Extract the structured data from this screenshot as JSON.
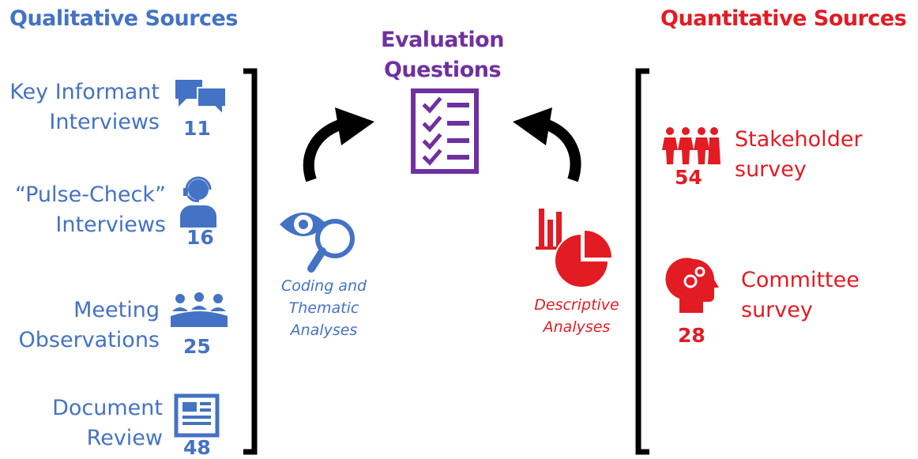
{
  "headings": {
    "qualitative": "Qualitative Sources",
    "quantitative": "Quantitative Sources",
    "evaluation_line1": "Evaluation",
    "evaluation_line2": "Questions"
  },
  "qualitative_sources": [
    {
      "line1": "Key Informant",
      "line2": "Interviews",
      "count": "11",
      "icon": "speech-bubbles-icon"
    },
    {
      "line1": "“Pulse-Check”",
      "line2": "Interviews",
      "count": "16",
      "icon": "headset-user-icon"
    },
    {
      "line1": "Meeting",
      "line2": "Observations",
      "count": "25",
      "icon": "group-meeting-icon"
    },
    {
      "line1": "Document",
      "line2": "Review",
      "count": "48",
      "icon": "newspaper-document-icon"
    }
  ],
  "quantitative_sources": [
    {
      "line1": "Stakeholder",
      "line2": "survey",
      "count": "54",
      "icon": "people-group-icon"
    },
    {
      "line1": "Committee",
      "line2": "survey",
      "count": "28",
      "icon": "head-gears-icon"
    }
  ],
  "analyses": {
    "qualitative": {
      "line1": "Coding and",
      "line2": "Thematic",
      "line3": "Analyses",
      "icon": "eye-magnifier-icon"
    },
    "quantitative": {
      "line1": "Descriptive",
      "line2": "Analyses",
      "icon": "chart-pie-icon"
    }
  },
  "colors": {
    "qualitative": "#4472C4",
    "quantitative": "#E31B23",
    "evaluation": "#7030A0",
    "arrow": "#000000"
  }
}
